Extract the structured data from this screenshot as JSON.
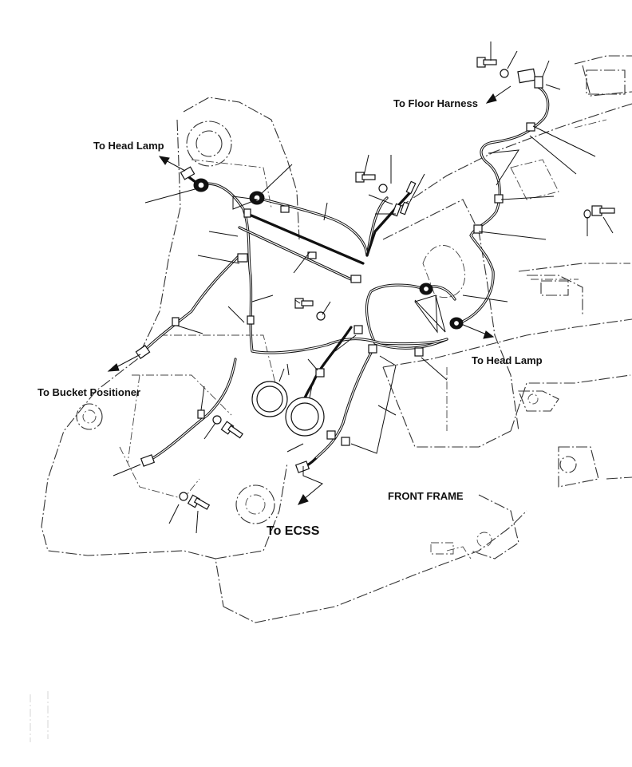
{
  "labels": {
    "to_floor_harness": "To Floor Harness",
    "to_head_lamp_left": "To Head Lamp",
    "to_head_lamp_right": "To Head Lamp",
    "to_bucket_positioner": "To Bucket Positioner",
    "front_frame": "FRONT FRAME",
    "to_ecss": "To ECSS"
  },
  "colors": {
    "ink": "#111111",
    "background": "#ffffff"
  }
}
